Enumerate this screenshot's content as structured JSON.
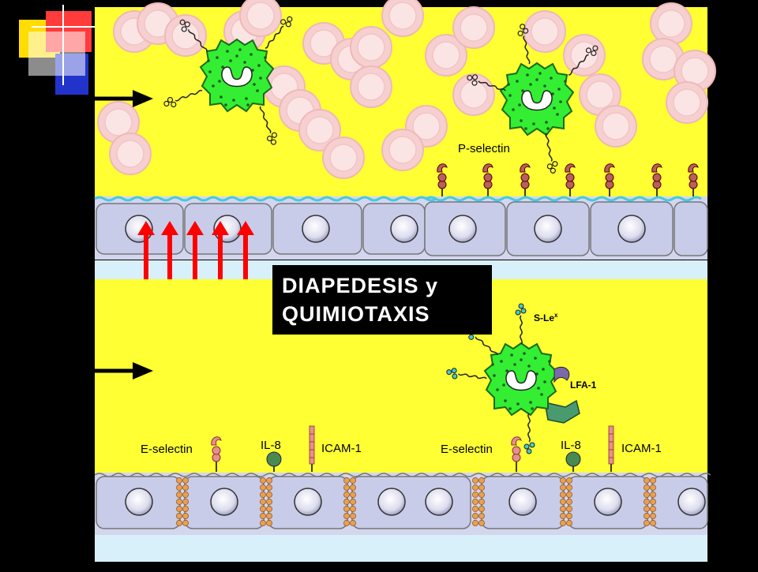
{
  "slide": {
    "title_line1": "DIAPEDESIS y",
    "title_line2": "QUIMIOTAXIS"
  },
  "labels": {
    "p_selectin": "P-selectin",
    "e_selectin_left": "E-selectin",
    "il8_left": "IL-8",
    "icam1_left": "ICAM-1",
    "e_selectin_right": "E-selectin",
    "il8_right": "IL-8",
    "icam1_right": "ICAM-1",
    "slex": "S-Le",
    "slex_sup": "x",
    "lfa1": "LFA-1"
  },
  "colors": {
    "background": "#000000",
    "vessel_lumen": "#FFFF33",
    "endothelial_cell": "#C8CCE8",
    "leukocyte": "#33EE33",
    "red_arrow": "#FF0000",
    "rbc": "#F8D4D4"
  }
}
